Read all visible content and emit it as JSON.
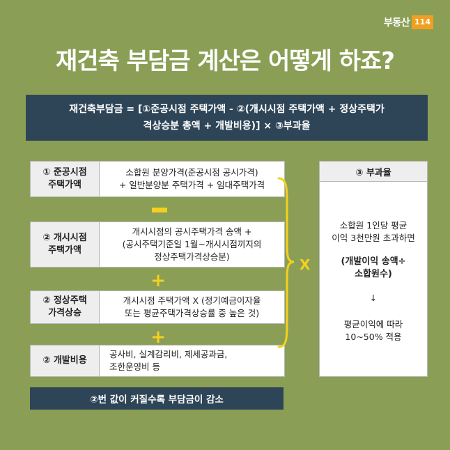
{
  "logo": {
    "text": "부동산",
    "badge": "114"
  },
  "title": "재건축 부담금 계산은 어떻게 하죠?",
  "formula": {
    "line1": "재건축부담금 = [①준공시점 주택가액 - ②(개시시점 주택가액 + 정상주택가",
    "line2": "격상승분 총액 + 개발비용)] × ③부과율"
  },
  "rows": [
    {
      "label": "① 준공시점\n주택가액",
      "desc": "소합원 분양가격(준공시점 공시가격)\n+ 일반분양분 주택가격 + 임대주택가격"
    },
    {
      "label": "② 개시시점\n주택가액",
      "desc": "개시시점의 공시주택가격 송액 +\n(공시주택기준일 1월~개시시점끼지의\n정상주택가격상승분)"
    },
    {
      "label": "② 정상주택\n가격상승",
      "desc": "개시시점 주택가액 X (정기예금이자율\n또는 평균주택가격상승률 중 높은 것)"
    },
    {
      "label": "② 개발비용",
      "desc": "공사비, 실계감리비, 제세공과금,\n조한운영비 등"
    }
  ],
  "operators": {
    "plus": "+",
    "times": "X"
  },
  "rate": {
    "header": "③ 부과율",
    "p1": "소합원 1인당 평균\n이익 3천만원 초과하면",
    "p2": "(개발이익 송액÷\n소합원수)",
    "p3": "↓",
    "p4": "평균이익에 따라\n10~50% 적용"
  },
  "footer": "②번 값이 커질수록 부담금이 감소",
  "colors": {
    "background": "#8a9f55",
    "navy": "#2e4558",
    "accent": "#f5d020"
  }
}
